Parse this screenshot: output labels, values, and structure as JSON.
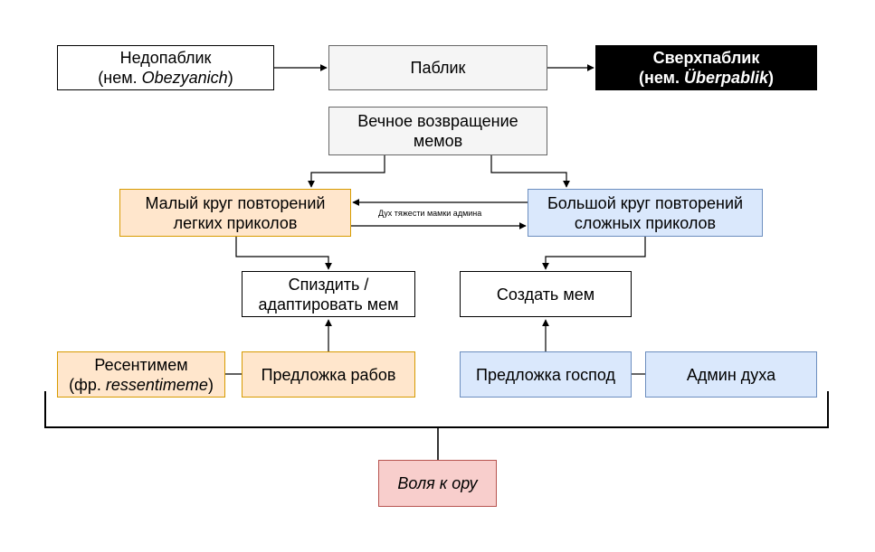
{
  "nodes": {
    "nedopablik": {
      "line1": "Недопаблик",
      "line2_prefix": "(нем. ",
      "line2_italic": "Obezyanich",
      "line2_suffix": ")"
    },
    "pablik": {
      "label": "Паблик"
    },
    "sverhpablik": {
      "line1": "Сверхпаблик",
      "line2_prefix": "(нем. ",
      "line2_italic": "Überpablik",
      "line2_suffix": ")"
    },
    "eternal_return": {
      "line1": "Вечное возвращение",
      "line2": "мемов"
    },
    "small_circle": {
      "line1": "Малый круг повторений",
      "line2": "легких приколов"
    },
    "big_circle": {
      "line1": "Большой круг повторений",
      "line2": "сложных приколов"
    },
    "steal": {
      "line1": "Спиздить /",
      "line2": "адаптировать мем"
    },
    "create": {
      "label": "Создать мем"
    },
    "resentimem": {
      "line1": "Ресентимем",
      "line2_prefix": "(фр. ",
      "line2_italic": "ressentimeme",
      "line2_suffix": ")"
    },
    "slaves_offer": {
      "label": "Предложка рабов"
    },
    "masters_offer": {
      "label": "Предложка господ"
    },
    "admin_spirit": {
      "label": "Админ духа"
    },
    "will_to_laugh": {
      "label": "Воля к ору"
    }
  },
  "edge_labels": {
    "spirit_of_gravity": "Дух тяжести мамки админа"
  },
  "colors": {
    "grey_fill": "#f5f5f5",
    "orange_fill": "#ffe6cc",
    "orange_stroke": "#d79b00",
    "blue_fill": "#dae8fc",
    "blue_stroke": "#6c8ebf",
    "red_fill": "#f8cecc",
    "red_stroke": "#b85450",
    "black_fill": "#000000"
  }
}
